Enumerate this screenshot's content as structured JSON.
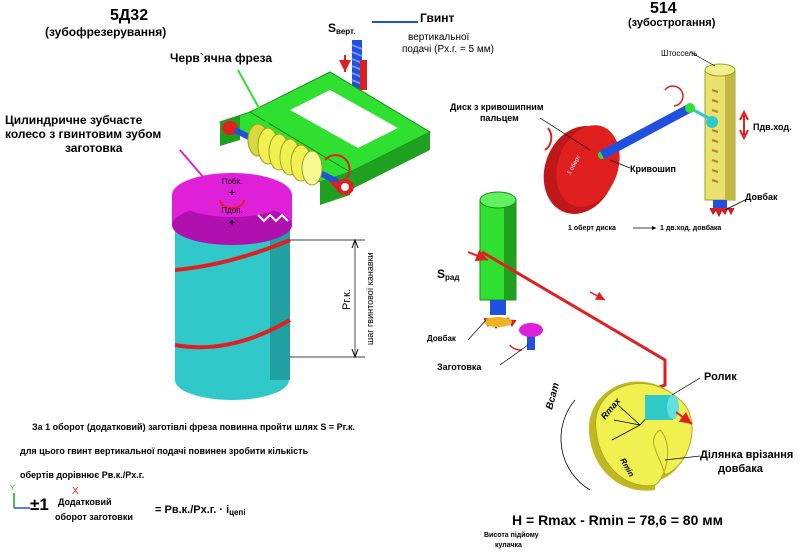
{
  "left_machine": {
    "model": "5Д32",
    "process": "(зубофрезерування)",
    "screw_feed_label": "S",
    "screw_feed_sub": "верт.",
    "screw_title": "Гвинт",
    "screw_desc_1": "вертикальної",
    "screw_desc_2": "подачі (Рх.г. = 5 мм)",
    "worm_cutter": "Черв`ячна фреза",
    "gear_1": "Цилиндричне зубчасте",
    "gear_2": "колесо з гвинтовим зубом",
    "gear_3": "заготовка",
    "motion_label_1": "Побк.",
    "motion_label_2": "Пдоп.",
    "pitch_label": "Pг.к.",
    "helix_label": "шаг гвинтової канавки"
  },
  "right_machine": {
    "model": "514",
    "process": "(зубострогання)",
    "spindle": "Штоссель",
    "disk_1": "Диск з кривошипним",
    "disk_2": "пальцем",
    "crank": "Кривошип",
    "stroke": "Пдв.ход.",
    "tool_top": "Довбак",
    "ratio_left": "1 оберт диска",
    "ratio_right": "1 дв.ход. довбака",
    "radial_feed_label": "S",
    "radial_feed_sub": "рад",
    "tool_lower": "Довбак",
    "blank": "Заготовка",
    "roller": "Ролик",
    "cam_rotation": "Вcam",
    "r_max": "Rmax",
    "r_min": "Rmin",
    "cut_1": "Ділянка врізання",
    "cut_2": "довбака",
    "formula": "H = Rmax - Rmin = 78,6 = 80 мм",
    "cam_rise_1": "Висота підйому",
    "cam_rise_2": "кулачка"
  },
  "notes": {
    "line_1": "За 1 оборот (додатковий) заготівлі фреза повинна пройти шлях S = Pг.к.",
    "line_2": "для цього гвинт вертикальної подачі повинен зробити кількість",
    "line_3": "обертів дорівнює Рв.к./Рх.г.",
    "extra_turn": "±1",
    "extra_label_1": "Додатковий",
    "extra_label_2": "оборот заготовки",
    "ratio_formula": "= Рв.к./Рх.г. · і",
    "ratio_sub": "цепі"
  },
  "axis_labels": {
    "x": "X",
    "y": "Y"
  },
  "colors": {
    "magenta": "#e020d8",
    "cyan": "#30c8c8",
    "green": "#30e030",
    "yellow": "#f0f050",
    "red": "#e02020",
    "blue": "#2050e0",
    "tan": "#e8e070"
  }
}
